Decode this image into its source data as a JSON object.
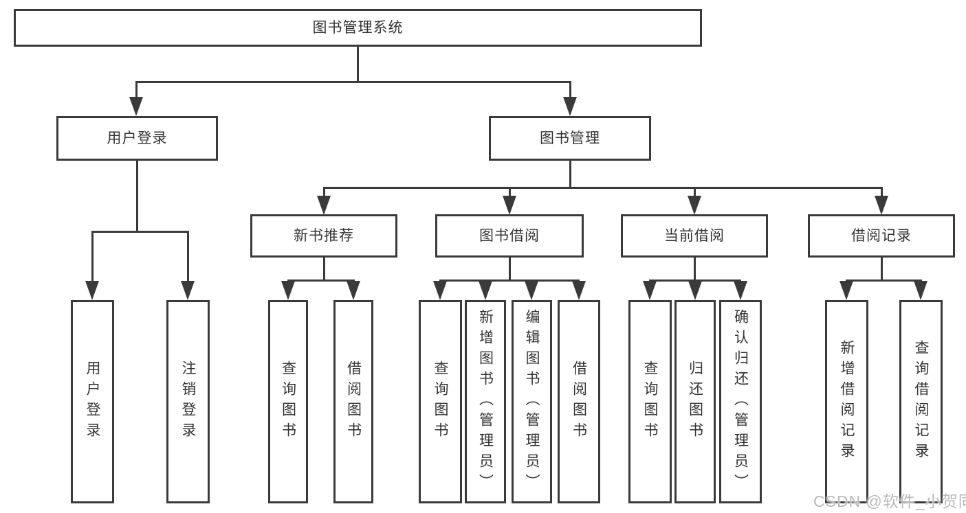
{
  "colors": {
    "line": "#3a3a3a",
    "text": "#333333",
    "background": "#ffffff",
    "watermark": "#b9b9b9"
  },
  "watermark": {
    "text": "CSDN @软件_小贺同学"
  },
  "tree": {
    "root": {
      "label": "图书管理系统",
      "children": [
        {
          "label": "用户登录",
          "children": [
            {
              "label": "用户登录"
            },
            {
              "label": "注销登录"
            }
          ]
        },
        {
          "label": "图书管理",
          "children": [
            {
              "label": "新书推荐",
              "children": [
                {
                  "label": "查询图书"
                },
                {
                  "label": "借阅图书"
                }
              ]
            },
            {
              "label": "图书借阅",
              "children": [
                {
                  "label": "查询图书"
                },
                {
                  "label": "新增图书（管理员）"
                },
                {
                  "label": "编辑图书（管理员）"
                },
                {
                  "label": "借阅图书"
                }
              ]
            },
            {
              "label": "当前借阅",
              "children": [
                {
                  "label": "查询图书"
                },
                {
                  "label": "归还图书"
                },
                {
                  "label": "确认归还（管理员）"
                }
              ]
            },
            {
              "label": "借阅记录",
              "children": [
                {
                  "label": "新增借阅记录"
                },
                {
                  "label": "查询借阅记录"
                }
              ]
            }
          ]
        }
      ]
    }
  }
}
